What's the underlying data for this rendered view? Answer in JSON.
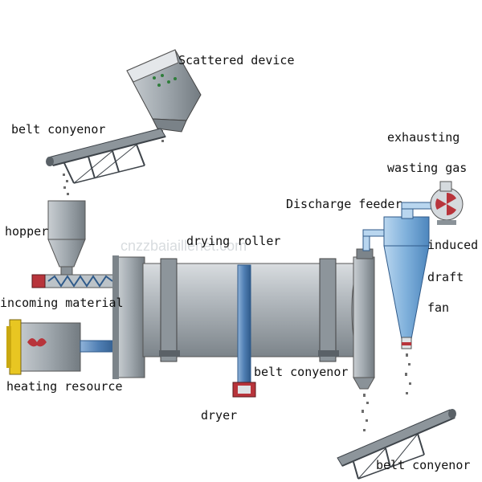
{
  "labels": {
    "scattered_device": "Scattered device",
    "belt_conveyor_top": "belt conyenor",
    "hopper": "hopper",
    "incoming_material": "incoming material",
    "heating_resource": "heating resource",
    "drying_roller": "drying roller",
    "dryer": "dryer",
    "belt_conveyor_mid": "belt conyenor",
    "belt_conveyor_bottom": "belt conyenor",
    "discharge_feeder": "Discharge feeder",
    "exhausting": "exhausting",
    "wasting_gas": "wasting gas",
    "induced": "induced",
    "draft": "draft",
    "fan": "fan"
  },
  "watermark": "cnzzbaiaillenet.com",
  "colors": {
    "metal": "#9aa3aa",
    "metal_dark": "#5f686f",
    "pipe_blue": "#5b87b8",
    "material": "#6d6d6d",
    "red_accent": "#b8343b",
    "yellow_accent": "#e8c622"
  }
}
